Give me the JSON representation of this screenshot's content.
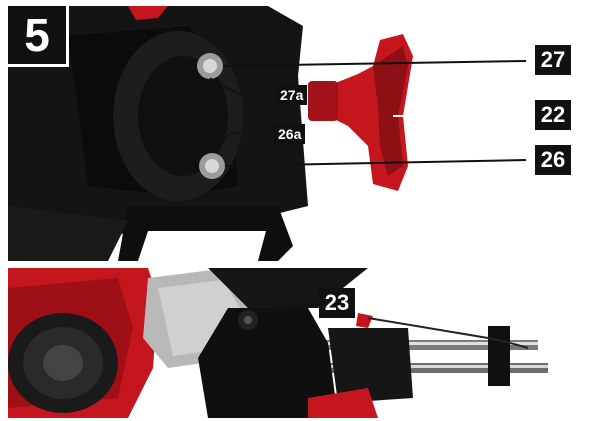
{
  "figure": {
    "step_number": "5",
    "callouts": {
      "c27": "27",
      "c27a": "27a",
      "c22": "22",
      "c26a": "26a",
      "c26": "26",
      "c23": "23"
    }
  },
  "colors": {
    "machine_black": "#141414",
    "handle_red": "#c4161c",
    "label_bg": "#111111",
    "label_text": "#ffffff"
  }
}
